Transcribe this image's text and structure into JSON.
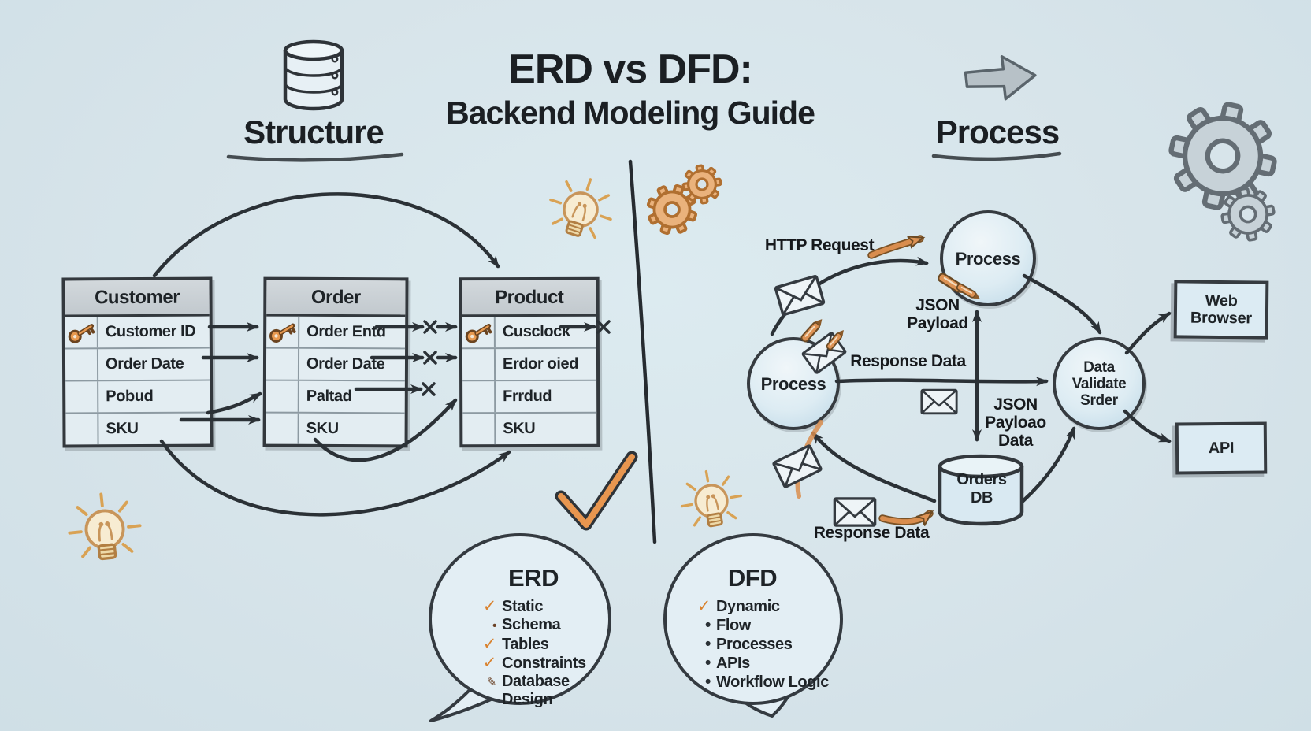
{
  "title": {
    "line1": "ERD vs DFD:",
    "line2": "Backend Modeling Guide"
  },
  "sections": {
    "left": {
      "label": "Structure",
      "icon": "database-icon"
    },
    "right": {
      "label": "Process",
      "icon": "arrow-right-icon"
    }
  },
  "erd": {
    "tables": [
      {
        "name": "Customer",
        "rows": [
          {
            "key": true,
            "text": "Customer ID"
          },
          {
            "key": false,
            "text": "Order Date"
          },
          {
            "key": false,
            "text": "Pobud"
          },
          {
            "key": false,
            "text": "SKU"
          }
        ]
      },
      {
        "name": "Order",
        "rows": [
          {
            "key": true,
            "text": "Order Entd"
          },
          {
            "key": false,
            "text": "Order Date"
          },
          {
            "key": false,
            "text": "Paltad"
          },
          {
            "key": false,
            "text": "SKU"
          }
        ]
      },
      {
        "name": "Product",
        "rows": [
          {
            "key": true,
            "text": "Cusclock"
          },
          {
            "key": false,
            "text": "Erdor oied"
          },
          {
            "key": false,
            "text": "Frrdud"
          },
          {
            "key": false,
            "text": "SKU"
          }
        ]
      }
    ]
  },
  "dfd": {
    "nodes": {
      "process_top": {
        "label": "Process"
      },
      "process_left": {
        "label": "Process"
      },
      "data_validate": {
        "line1": "Data",
        "line2": "Validate",
        "line3": "Srder"
      },
      "orders_db": {
        "line1": "Orders",
        "line2": "DB"
      },
      "web_browser": {
        "line1": "Web",
        "line2": "Browser"
      },
      "api": {
        "label": "API"
      }
    },
    "labels": {
      "http_request": "HTTP Request",
      "json_payload": {
        "line1": "JSON",
        "line2": "Payload"
      },
      "response_data_top": "Response Data",
      "json_payload_data": {
        "line1": "JSON",
        "line2": "Payloao",
        "line3": "Data"
      },
      "response_data_bottom": "Response Data"
    }
  },
  "bubbles": {
    "erd": {
      "title": "ERD",
      "items": [
        {
          "marker": "✓",
          "text": "Static"
        },
        {
          "marker": "•",
          "text": "Schema"
        },
        {
          "marker": "✓",
          "text": "Tables"
        },
        {
          "marker": "✓",
          "text": "Constraints"
        },
        {
          "marker": "✎",
          "text": "Database Design"
        }
      ]
    },
    "dfd": {
      "title": "DFD",
      "items": [
        {
          "marker": "✓",
          "text": "Dynamic"
        },
        {
          "marker": "•",
          "text": "Flow"
        },
        {
          "marker": "•",
          "text": "Processes"
        },
        {
          "marker": "•",
          "text": "APIs"
        },
        {
          "marker": "•",
          "text": "Workflow Logic"
        }
      ]
    }
  },
  "icons": {
    "decor": [
      "database-icon",
      "arrow-right-icon",
      "gear-icon",
      "lightbulb-icon",
      "envelope-icon",
      "pencil-icon",
      "key-icon",
      "checkmark-icon"
    ]
  },
  "colors": {
    "background": "#d7e4ea",
    "ink": "#2b3136",
    "orange": "#d98d4e",
    "table_fill": "#e3edf2",
    "header_fill": "#c7ced3",
    "node_fill": "#ddecf3"
  }
}
